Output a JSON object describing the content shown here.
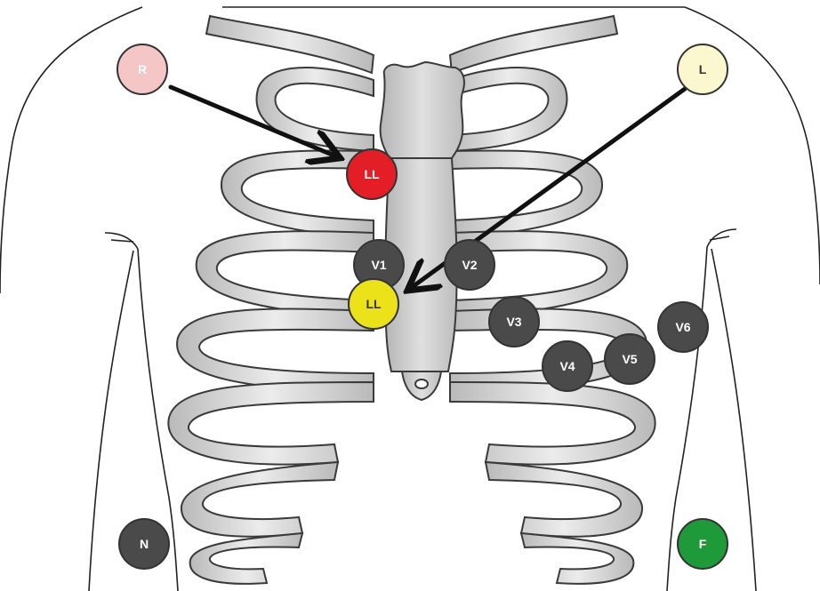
{
  "electrodes": {
    "r": {
      "label": "R",
      "fill": "#f4c6c6",
      "text_color": "#ffffff"
    },
    "l": {
      "label": "L",
      "fill": "#fbf7cf",
      "text_color": "#333333"
    },
    "ll_upper": {
      "label": "LL",
      "fill": "#e41e26",
      "text_color": "#ffffff"
    },
    "ll_lower": {
      "label": "LL",
      "fill": "#ece21a",
      "text_color": "#333333"
    },
    "v1": {
      "label": "V1",
      "fill": "#4a4a4a",
      "text_color": "#ffffff"
    },
    "v2": {
      "label": "V2",
      "fill": "#4a4a4a",
      "text_color": "#ffffff"
    },
    "v3": {
      "label": "V3",
      "fill": "#4a4a4a",
      "text_color": "#ffffff"
    },
    "v4": {
      "label": "V4",
      "fill": "#4a4a4a",
      "text_color": "#ffffff"
    },
    "v5": {
      "label": "V5",
      "fill": "#4a4a4a",
      "text_color": "#ffffff"
    },
    "v6": {
      "label": "V6",
      "fill": "#4a4a4a",
      "text_color": "#ffffff"
    },
    "n": {
      "label": "N",
      "fill": "#4a4a4a",
      "text_color": "#ffffff"
    },
    "f": {
      "label": "F",
      "fill": "#1f9a3a",
      "text_color": "#ffffff"
    }
  },
  "colors": {
    "bone": "#dcdcdc",
    "bone_outline": "#3a3a3a",
    "arrow": "#111111",
    "body_outline": "#222222"
  }
}
